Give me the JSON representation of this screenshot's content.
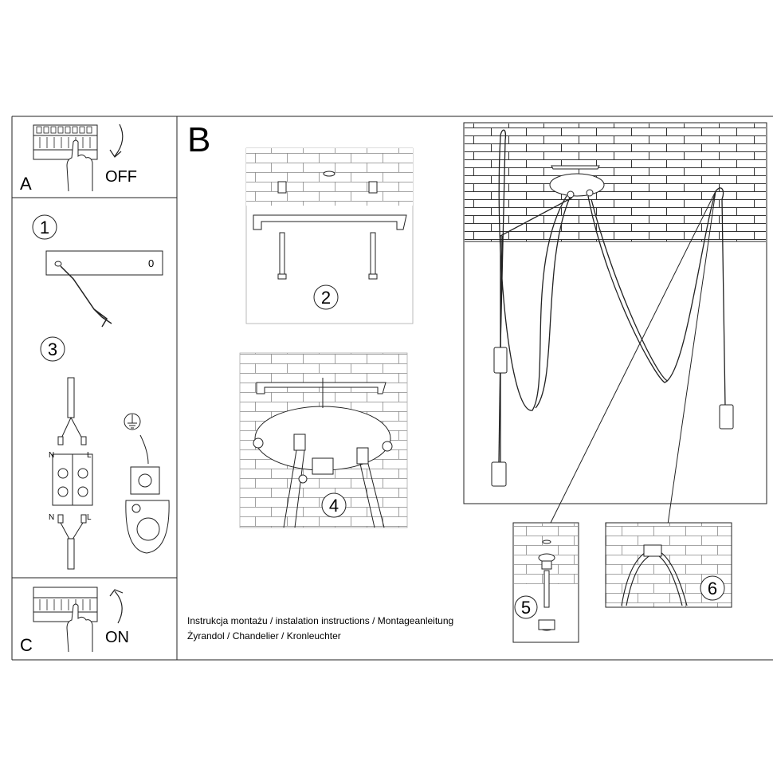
{
  "sheet": {
    "panel_a": {
      "letter": "A",
      "switch_state": "OFF"
    },
    "panel_c": {
      "letter": "C",
      "switch_state": "ON"
    },
    "panel_b": {
      "letter": "B"
    },
    "step_labels": [
      "1",
      "2",
      "3",
      "4",
      "5",
      "6"
    ],
    "terminal_labels": {
      "neutral": "N",
      "live": "L"
    },
    "step1_value": "0",
    "caption": {
      "line1": "Instrukcja montażu / instalation instructions / Montageanleitung",
      "line2": "Żyrandol / Chandelier / Kronleuchter"
    }
  }
}
